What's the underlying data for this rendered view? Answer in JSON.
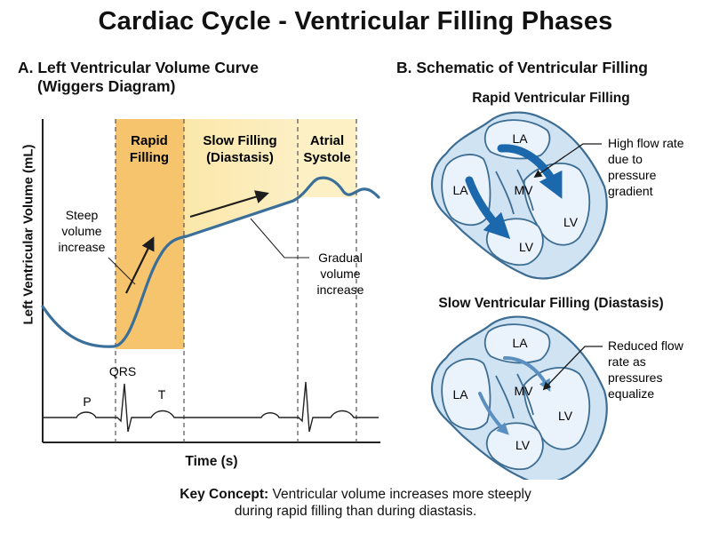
{
  "title": "Cardiac Cycle - Ventricular Filling Phases",
  "panel_a": {
    "title_line1": "A. Left Ventricular Volume Curve",
    "title_line2": "(Wiggers Diagram)",
    "y_axis_label": "Left Ventricular Volume (mL)",
    "x_axis_label": "Time (s)",
    "phases": {
      "rapid_line1": "Rapid",
      "rapid_line2": "Filling",
      "slow_line1": "Slow Filling",
      "slow_line2": "(Diastasis)",
      "atrial_line1": "Atrial",
      "atrial_line2": "Systole"
    },
    "annotations": {
      "steep_line1": "Steep",
      "steep_line2": "volume",
      "steep_line3": "increase",
      "gradual_line1": "Gradual",
      "gradual_line2": "volume",
      "gradual_line3": "increase"
    },
    "ecg_labels": {
      "p": "P",
      "qrs": "QRS",
      "t": "T"
    }
  },
  "panel_b": {
    "title": "B. Schematic of Ventricular Filling",
    "rapid": {
      "title": "Rapid Ventricular Filling",
      "la": "LA",
      "la_left": "LA",
      "mv": "MV",
      "lv": "LV",
      "lv_bottom": "LV",
      "callout_line1": "High flow rate",
      "callout_line2": "due to",
      "callout_line3": "pressure",
      "callout_line4": "gradient"
    },
    "slow": {
      "title": "Slow Ventricular Filling (Diastasis)",
      "la": "LA",
      "la_left": "LA",
      "mv": "MV",
      "lv": "LV",
      "lv_bottom": "LV",
      "callout_line1": "Reduced flow",
      "callout_line2": "rate as",
      "callout_line3": "pressures",
      "callout_line4": "equalize"
    }
  },
  "key_concept": {
    "label": "Key Concept:",
    "line1": "Ventricular volume increases more steeply",
    "line2": "during rapid filling than during diastasis."
  },
  "colors": {
    "curve": "#3a6f9a",
    "rapid_band": "#f7c46e",
    "slow_band": "#fdf0c4",
    "heart_fill": "#cfe3f3",
    "chamber": "#eaf3fb",
    "outline": "#3d6d93",
    "flow_arrow": "#1b68ad"
  }
}
